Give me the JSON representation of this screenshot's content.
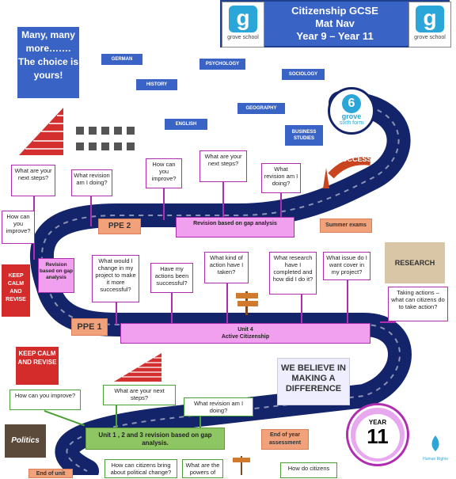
{
  "header": {
    "line1": "Citizenship  GCSE",
    "line2": "Mat Nav",
    "line3": "Year 9 – Year 11"
  },
  "logos": {
    "letter": "g",
    "caption": "grove school"
  },
  "choice": "Many, many more……. The choice is yours!",
  "subjects": [
    "GERMAN",
    "PSYCHOLOGY",
    "HISTORY",
    "SOCIOLOGY",
    "GEOGRAPHY",
    "ENGLISH",
    "BUSINESS STUDIES"
  ],
  "sixth": {
    "number": "6",
    "name": "grove",
    "sub": "sixth form"
  },
  "success": "SUCCESS",
  "ppe2": "PPE 2",
  "ppe1": "PPE 1",
  "summer": "Summer exams",
  "endofyear": "End of year assessment",
  "endunit": "End of unit",
  "revision_top": "Revision based on gap analysis",
  "revision_left": "Revision based on gap analysis",
  "unit4": "Unit 4\nActive Citizenship",
  "unit123": "Unit 1 , 2 and 3 revision based on gap analysis.",
  "year": {
    "label": "YEAR",
    "num": "11"
  },
  "keepcalm": "KEEP CALM AND REVISE",
  "believe": "WE BELIEVE IN MAKING A DIFFERENCE",
  "research": "RESEARCH",
  "politics": "Politics",
  "human_rights": "Human Rights",
  "questions": {
    "q_next1": "What are your next steps?",
    "q_rev1": "What revision am I doing?",
    "q_improve1": "How can you improve?",
    "q_next2": "What are your next steps?",
    "q_rev2": "What revision am I doing?",
    "q_improve_left": "How can you improve?",
    "q_change": "What would I change in my project to make it more successful?",
    "q_actions": "Have my actions been successful?",
    "q_kind": "What kind of action have I taken?",
    "q_research": "What research have I completed and how did I do it?",
    "q_issue": "What issue do I want cover in my project?",
    "q_taking": "Taking actions – what can citizens do to take action?",
    "q_improve3": "How can you improve?",
    "q_next3": "What are your next steps?",
    "q_rev3": "What revision am I doing?",
    "q_bring": "How can citizens bring about political change?",
    "q_powers": "What are the powers of",
    "q_citizens": "How do citizens"
  },
  "colors": {
    "road": "#14246a",
    "header": "#3a63c6",
    "pink": "#f0a0ee",
    "orange": "#f2a27a",
    "green": "#8ec664"
  }
}
